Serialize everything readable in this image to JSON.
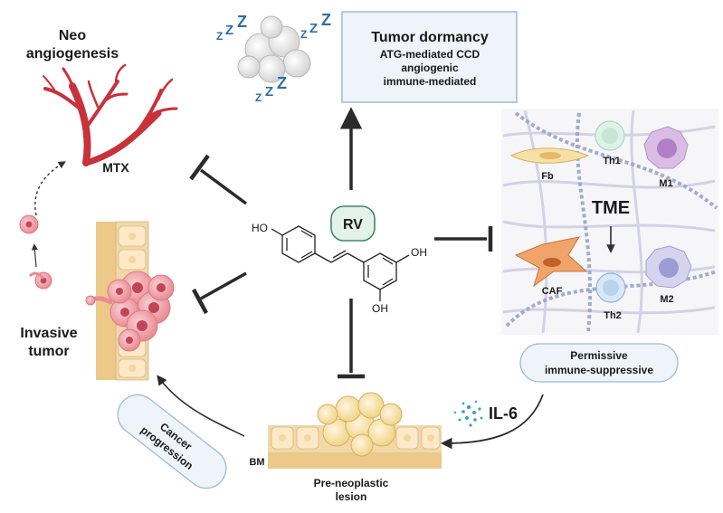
{
  "labels": {
    "neo_line1": "Neo",
    "neo_line2": "angiogenesis",
    "mtx": "MTX",
    "invasive_line1": "Invasive",
    "invasive_line2": "tumor",
    "cancer_line1": "Cancer",
    "cancer_line2": "progression",
    "bm": "BM",
    "preneo_line1": "Pre-neoplastic",
    "preneo_line2": "lesion",
    "il6": "IL-6",
    "permissive_line1": "Permissive",
    "permissive_line2": "immune-suppressive",
    "dormancy_title": "Tumor dormancy",
    "dormancy_line1": "ATG-mediated CCD",
    "dormancy_line2": "angiogenic",
    "dormancy_line3": "immune-mediated",
    "rv": "RV",
    "ho": "HO",
    "oh_right": "OH",
    "oh_bottom": "OH",
    "tme": "TME",
    "fb": "Fb",
    "th1": "Th1",
    "m1": "M1",
    "caf": "CAF",
    "th2": "Th2",
    "m2": "M2",
    "zzz": "Z"
  },
  "colors": {
    "vessel": "#c8323a",
    "inhibitor": "#2b2b2b",
    "rv_fill": "#e3f2ea",
    "rv_stroke": "#3e8a67",
    "box_fill": "#eef4fa",
    "box_stroke": "#9fbad6",
    "tissue": "#f2d8a8",
    "tumor": "#f2a8ae",
    "sleep_z": "#2a6fa8"
  }
}
